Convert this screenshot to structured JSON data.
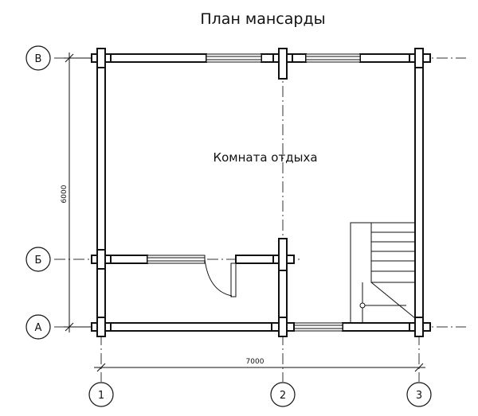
{
  "plan": {
    "title": "План мансарды",
    "room_label": "Комната отдыха",
    "dimension_width": "7000",
    "dimension_height": "6000",
    "axes_rows": [
      "В",
      "Б",
      "А"
    ],
    "axes_columns": [
      "1",
      "2",
      "3"
    ]
  }
}
